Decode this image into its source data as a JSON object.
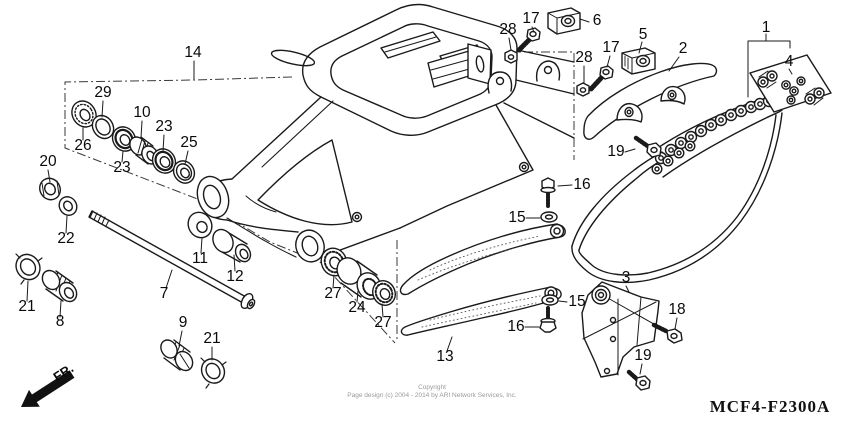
{
  "diagram_code": "MCF4-F2300A",
  "front_marker": "FR.",
  "copyright": {
    "line1": "Copyright",
    "line2": "Page design (c) 2004 - 2014 by ARI Network Services, Inc."
  },
  "colors": {
    "line": "#1a1a1a",
    "background": "#ffffff",
    "label_text": "#0a0a0a",
    "copyright_text": "#9a9a9a"
  },
  "callouts": [
    {
      "part": "1"
    },
    {
      "part": "2"
    },
    {
      "part": "3"
    },
    {
      "part": "4"
    },
    {
      "part": "5"
    },
    {
      "part": "6"
    },
    {
      "part": "7"
    },
    {
      "part": "8"
    },
    {
      "part": "9"
    },
    {
      "part": "10"
    },
    {
      "part": "11"
    },
    {
      "part": "12"
    },
    {
      "part": "13"
    },
    {
      "part": "14"
    },
    {
      "part": "15"
    },
    {
      "part": "15"
    },
    {
      "part": "16"
    },
    {
      "part": "16"
    },
    {
      "part": "17"
    },
    {
      "part": "17"
    },
    {
      "part": "18"
    },
    {
      "part": "19"
    },
    {
      "part": "19"
    },
    {
      "part": "20"
    },
    {
      "part": "21"
    },
    {
      "part": "21"
    },
    {
      "part": "22"
    },
    {
      "part": "23"
    },
    {
      "part": "23"
    },
    {
      "part": "24"
    },
    {
      "part": "25"
    },
    {
      "part": "26"
    },
    {
      "part": "27"
    },
    {
      "part": "27"
    },
    {
      "part": "28"
    },
    {
      "part": "28"
    },
    {
      "part": "29"
    }
  ]
}
